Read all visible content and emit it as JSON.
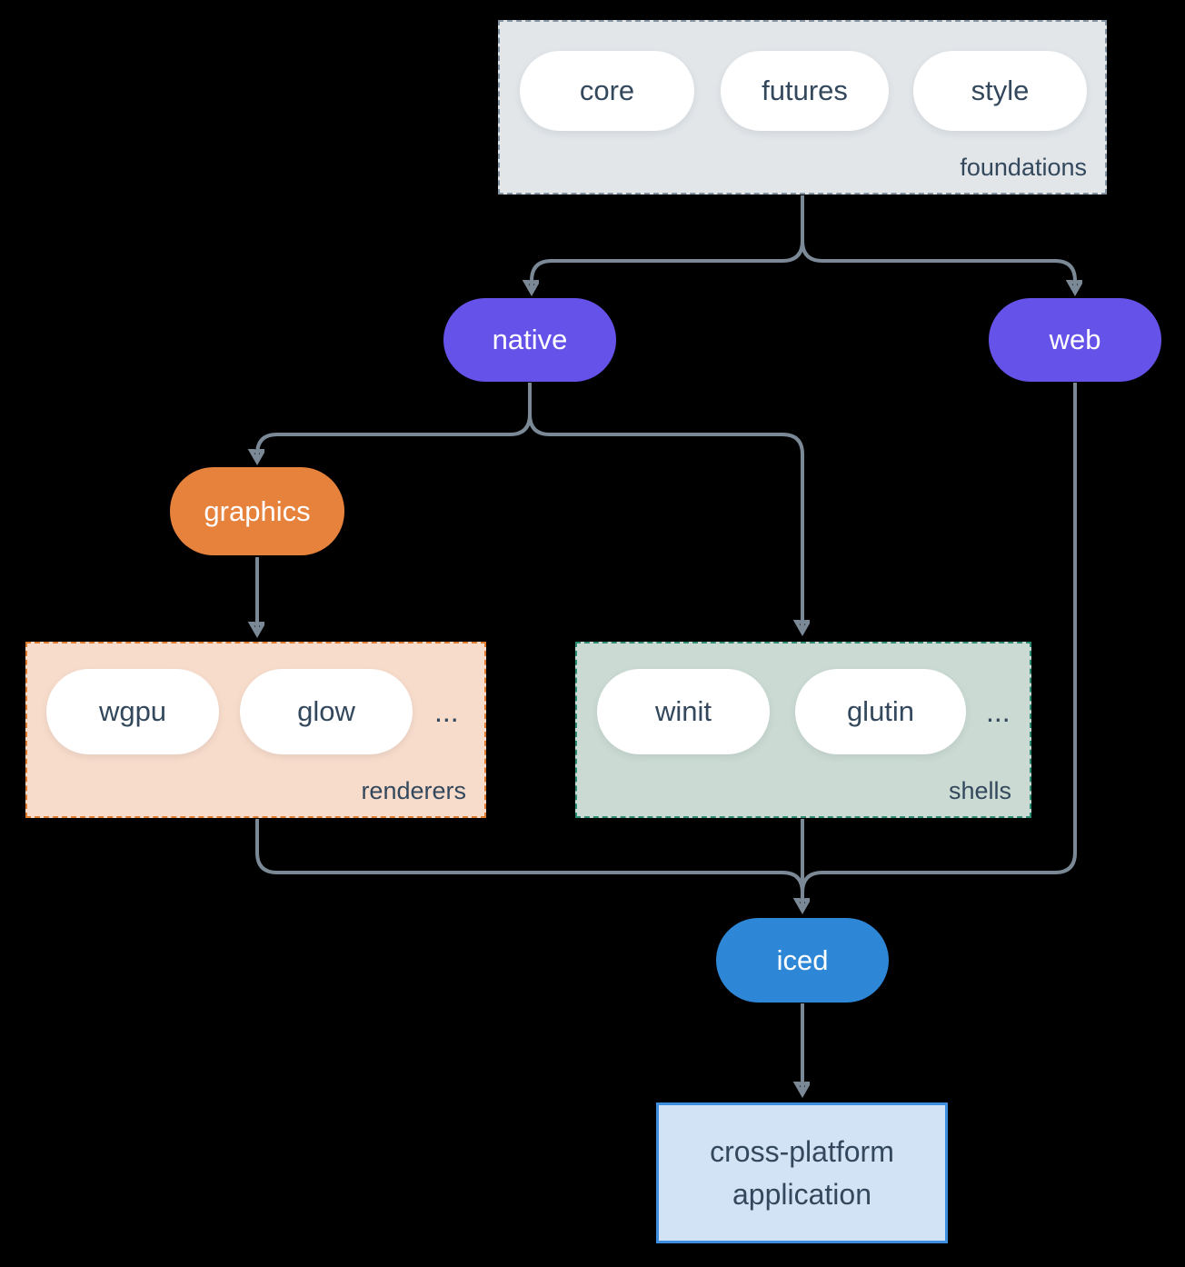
{
  "colors": {
    "background": "#000000",
    "edge_line": "#7b8997",
    "pill_text": "#33485c",
    "foundations_fill": "#e2e6e9",
    "foundations_border": "#8494a2",
    "purple_node": "#6553e9",
    "orange_node": "#e6823c",
    "renderers_fill": "#f8dccb",
    "renderers_border": "#df7b2e",
    "shells_fill": "#cbdbd3",
    "shells_border": "#2e8c74",
    "blue_node": "#2e87d6",
    "app_fill": "#d3e3f6",
    "app_border": "#3e8ee0"
  },
  "foundations": {
    "label": "foundations",
    "items": [
      {
        "label": "core"
      },
      {
        "label": "futures"
      },
      {
        "label": "style"
      }
    ]
  },
  "nodes": {
    "native": {
      "label": "native"
    },
    "web": {
      "label": "web"
    },
    "graphics": {
      "label": "graphics"
    },
    "iced": {
      "label": "iced"
    }
  },
  "renderers": {
    "label": "renderers",
    "items": [
      {
        "label": "wgpu"
      },
      {
        "label": "glow"
      }
    ],
    "ellipsis": "..."
  },
  "shells": {
    "label": "shells",
    "items": [
      {
        "label": "winit"
      },
      {
        "label": "glutin"
      }
    ],
    "ellipsis": "..."
  },
  "application": {
    "line1": "cross-platform",
    "line2": "application"
  }
}
